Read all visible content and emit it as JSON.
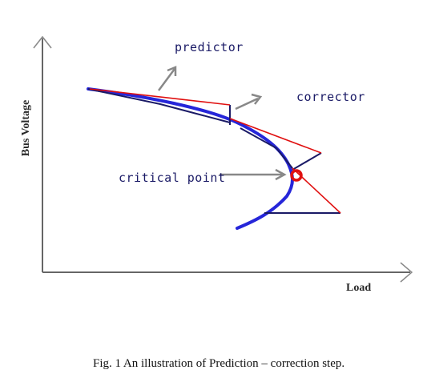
{
  "diagram": {
    "labels": {
      "predictor": "predictor",
      "corrector": "corrector",
      "critical_point": "critical point"
    },
    "axes": {
      "x_label": "Load",
      "y_label": "Bus Voltage"
    },
    "caption": "Fig. 1 An illustration of Prediction – correction step.",
    "colors": {
      "curve": "#2626d9",
      "predictor_line": "#e01010",
      "corrector_line": "#1a1a66",
      "axis": "#666666",
      "critical_marker": "#e01010",
      "label_text": "#1a1a66"
    }
  }
}
